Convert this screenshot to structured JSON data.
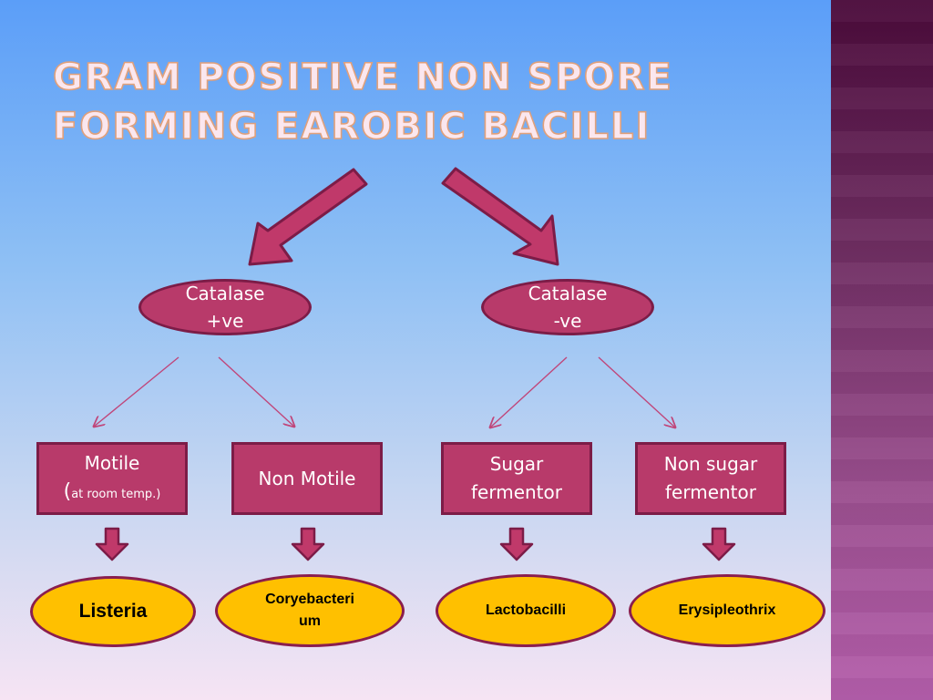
{
  "title": {
    "line1": "Gram positive non spore",
    "line2": "forming earobic bacilli"
  },
  "catalase": [
    {
      "line1": "Catalase",
      "line2": "+ve"
    },
    {
      "line1": "Catalase",
      "line2": "-ve"
    }
  ],
  "categories": [
    {
      "line1": "Motile",
      "paren_open": "(",
      "line2": "at room temp.)"
    },
    {
      "line1": "Non Motile"
    },
    {
      "line1": "Sugar",
      "line2": "fermentor"
    },
    {
      "line1": "Non sugar",
      "line2": "fermentor"
    }
  ],
  "organisms": [
    {
      "name": "Listeria"
    },
    {
      "name_line1": "Coryebacteri",
      "name_line2": "um"
    },
    {
      "name": "Lactobacilli"
    },
    {
      "name": "Erysipleothrix"
    }
  ],
  "colors": {
    "node_fill": "#b83a6a",
    "node_border": "#7c1c47",
    "result_fill": "#ffc000",
    "title_fill": "#fbe7ef",
    "title_outline": "#e0a07b"
  }
}
